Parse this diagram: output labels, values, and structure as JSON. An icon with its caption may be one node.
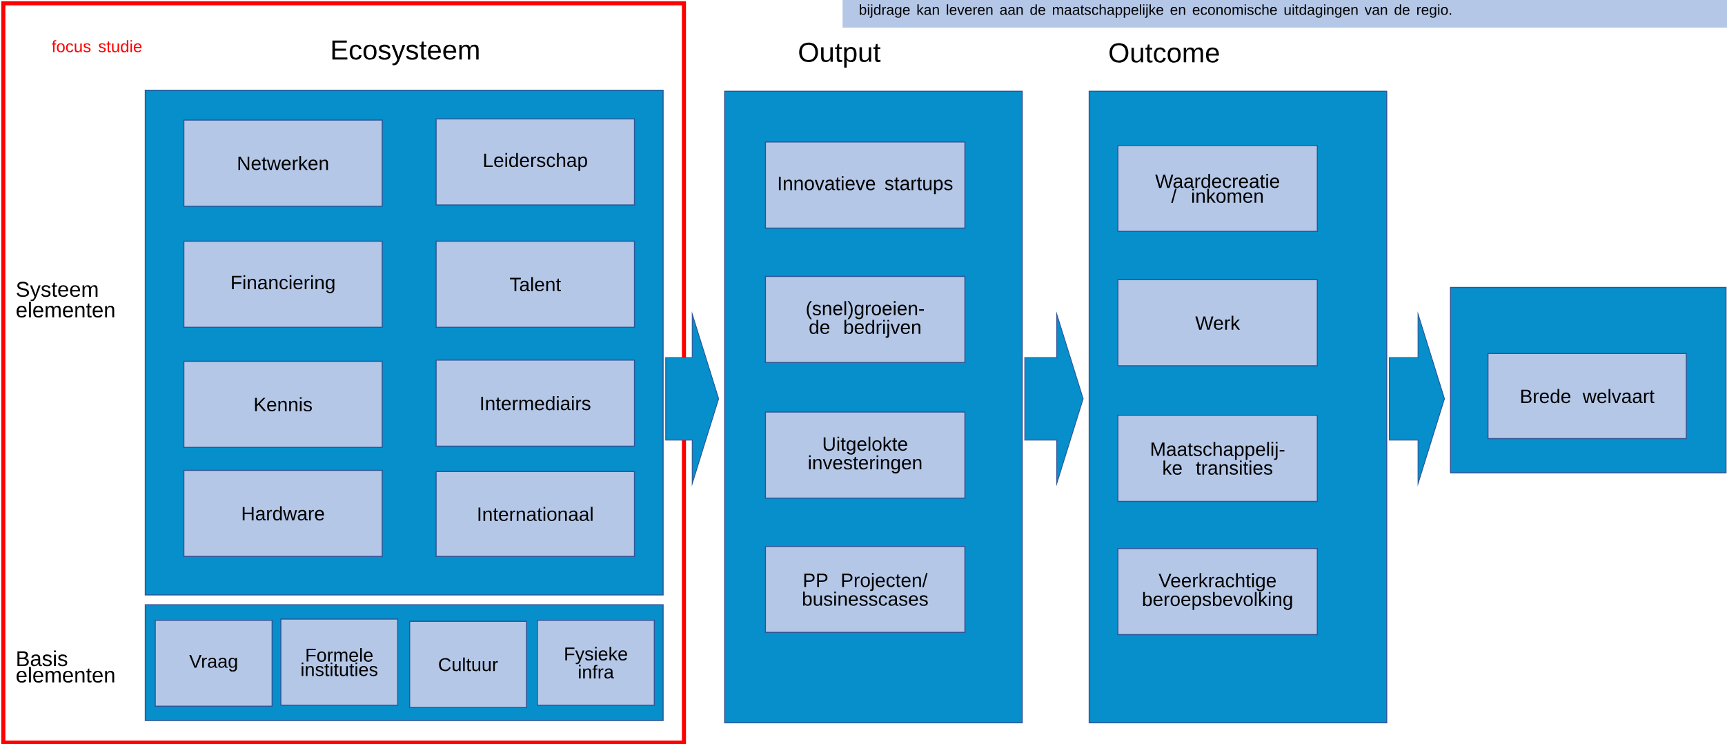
{
  "diagram": {
    "nodes": [
      {
        "text": [
          "focus studie"
        ]
      },
      {
        "text": [
          "Ecosysteem"
        ],
        "in": 0
      },
      {
        "text": [
          "Netwerken"
        ],
        "in": 1
      },
      {
        "text": [
          "Leiderschap"
        ],
        "in": 1
      },
      {
        "text": [
          "Financiering"
        ],
        "in": 1
      },
      {
        "text": [
          "Talent"
        ],
        "in": 1
      },
      {
        "text": [
          "Kennis"
        ],
        "in": 1
      },
      {
        "text": [
          "Intermediairs"
        ],
        "in": 1
      },
      {
        "text": [
          "Hardware"
        ],
        "in": 1
      },
      {
        "text": [
          "Internationaal"
        ],
        "in": 1
      },
      {
        "text": [],
        "shape": "box",
        "in": 0
      },
      {
        "text": [
          "Vraag"
        ],
        "in": 10
      },
      {
        "text": [
          "Formele instituties"
        ],
        "in": 10
      },
      {
        "text": [
          "Cultuur"
        ],
        "in": 10
      },
      {
        "text": [
          "Fysieke infra"
        ],
        "in": 10
      },
      {
        "text": [
          "Output"
        ]
      },
      {
        "text": [
          "Innovatieve startups"
        ],
        "in": 15
      },
      {
        "text": [
          "(snel)groeien- de bedrijven"
        ],
        "in": 15
      },
      {
        "text": [
          "Uitgelokte investeringen"
        ],
        "in": 15
      },
      {
        "text": [
          "PP Projecten/ businesscases"
        ],
        "in": 15
      },
      {
        "text": [
          "Outcome"
        ]
      },
      {
        "text": [
          "Waardecreatie / inkomen"
        ],
        "in": 20
      },
      {
        "text": [
          "Werk"
        ],
        "in": 20
      },
      {
        "text": [
          "Maatschappelij- ke transities"
        ],
        "in": 20
      },
      {
        "text": [
          "Veerkrachtige beroepsbevolking"
        ],
        "in": 20
      },
      {
        "text": [],
        "shape": "box"
      },
      {
        "text": [
          "Brede welvaart"
        ],
        "in": 25
      },
      {
        "text": [
          "bijdrage kan leveren aan de maatschappelijke en economische uitdagingen van de regio."
        ]
      }
    ],
    "edges": [
      {
        "from": 1,
        "to": 15,
        "arrow": "to"
      },
      {
        "from": 15,
        "to": 20,
        "arrow": "to"
      },
      {
        "from": 20,
        "to": 25,
        "arrow": "to"
      }
    ],
    "labels": [
      "Systeem elementen",
      "Basis elementen"
    ]
  }
}
